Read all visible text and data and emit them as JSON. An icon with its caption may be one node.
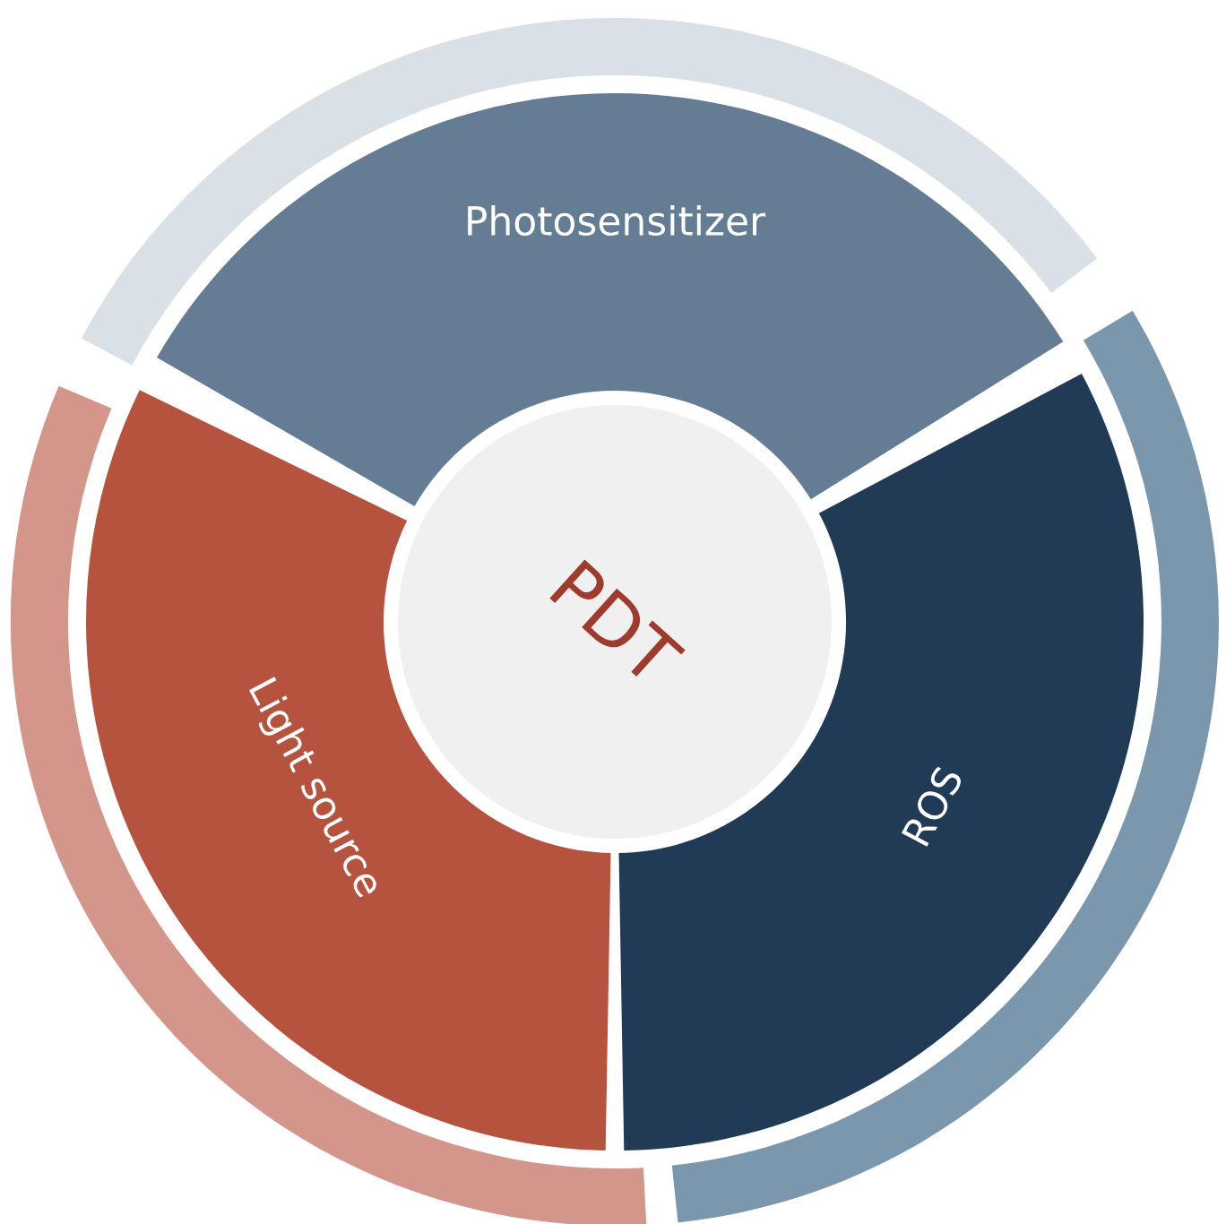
{
  "diagram": {
    "nodes": [
      {
        "text": [
          "PDT"
        ]
      },
      {
        "text": [
          "Photosensitizer"
        ]
      },
      {
        "text": [
          "ROS"
        ]
      },
      {
        "text": [
          "Light source"
        ]
      }
    ]
  }
}
